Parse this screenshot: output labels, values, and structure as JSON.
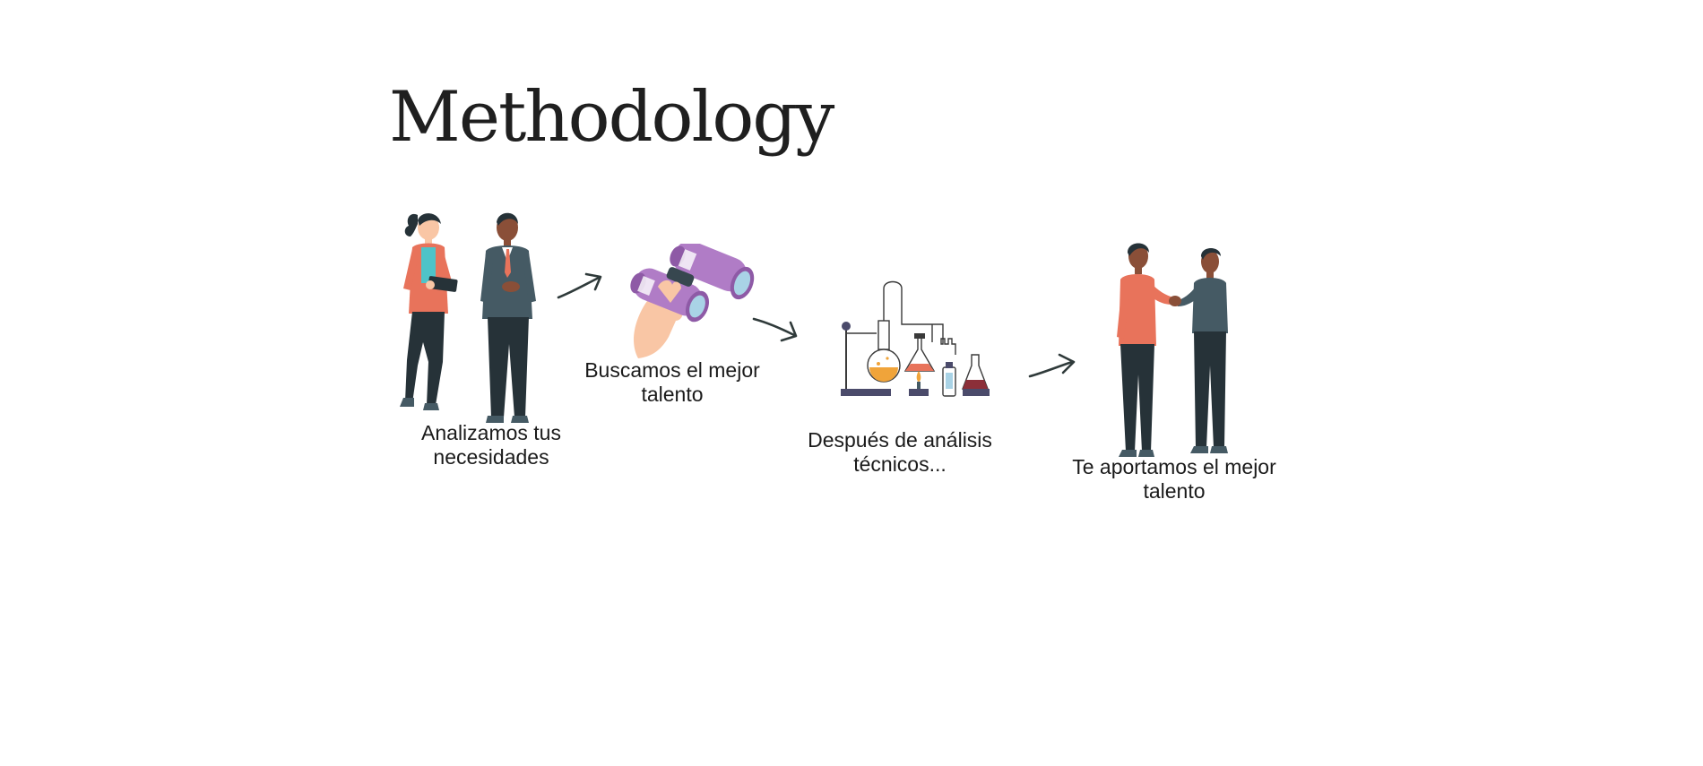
{
  "page": {
    "title": "Methodology"
  },
  "steps": [
    {
      "id": "analyze",
      "caption": "Analizamos tus necesidades",
      "icon": "two-professionals-icon"
    },
    {
      "id": "search",
      "caption": "Buscamos el mejor talento",
      "icon": "binoculars-icon"
    },
    {
      "id": "analysis",
      "caption": "Después de análisis técnicos...",
      "icon": "laboratory-icon"
    },
    {
      "id": "deliver",
      "caption": "Te aportamos el mejor talento",
      "icon": "handshake-icon"
    }
  ],
  "colors": {
    "title": "#1f1f1f",
    "coral": "#e8735b",
    "navy": "#263238",
    "slate": "#455a64",
    "purple": "#b07cc6",
    "purple_dark": "#8e5aa6",
    "lens": "#a9d3e6",
    "skin_light": "#f9c6a5",
    "skin_dark": "#8a4f38",
    "teal": "#4fc3c8",
    "orange": "#f0a43a",
    "maroon": "#8c2f39",
    "base": "#4b4b6b"
  }
}
